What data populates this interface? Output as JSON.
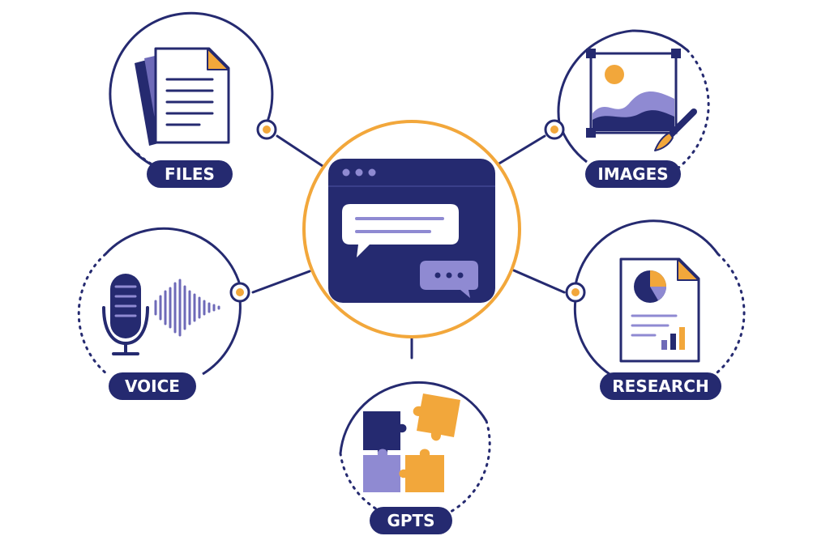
{
  "colors": {
    "navy": "#252a70",
    "navy_dark": "#1f2460",
    "purple": "#6e6ab8",
    "lavender": "#8f8ad2",
    "orange": "#f2a73b",
    "white": "#ffffff"
  },
  "hub": {
    "icon": "chat-window-icon"
  },
  "features": [
    {
      "key": "files",
      "label": "FILES",
      "icon": "document-stack-icon"
    },
    {
      "key": "images",
      "label": "IMAGES",
      "icon": "image-frame-brush-icon"
    },
    {
      "key": "voice",
      "label": "VOICE",
      "icon": "microphone-waveform-icon"
    },
    {
      "key": "research",
      "label": "RESEARCH",
      "icon": "report-chart-icon"
    },
    {
      "key": "gpts",
      "label": "GPTS",
      "icon": "puzzle-pieces-icon"
    }
  ]
}
